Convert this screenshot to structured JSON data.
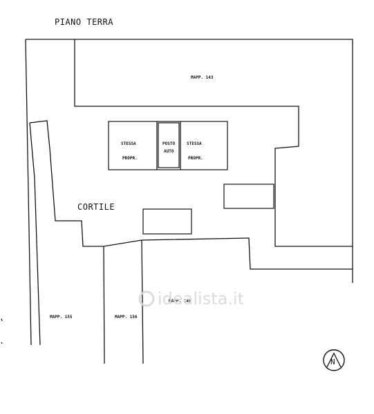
{
  "title": "PIANO TERRA",
  "labels": {
    "mapp_143": "MAPP. 143",
    "stessa_left": "STESSA",
    "propr_left": "PROPR.",
    "posto": "POSTO",
    "auto": "AUTO",
    "stessa_right": "STESSA",
    "propr_right": "PROPR.",
    "cortile": "CORTILE",
    "mapp_148": "MAPP. 148",
    "mapp_155": "MAPP. 155",
    "mapp_156": "MAPP. 156"
  },
  "watermark": "idealista.it",
  "compass": {
    "letter": "N",
    "icon": "north-arrow-icon"
  }
}
